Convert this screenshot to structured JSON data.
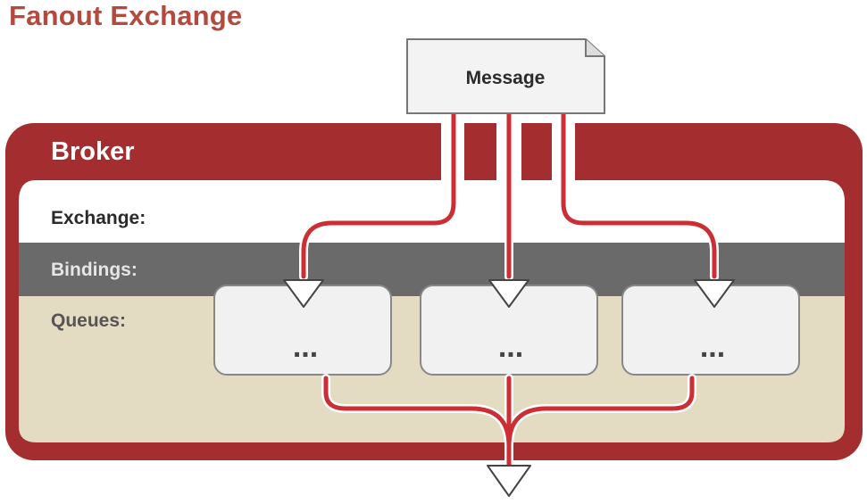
{
  "title": "Fanout Exchange",
  "message": {
    "label": "Message"
  },
  "broker": {
    "label": "Broker",
    "rows": {
      "exchange": "Exchange:",
      "bindings": "Bindings:",
      "queues": "Queues:"
    }
  },
  "queues": [
    {
      "label": "..."
    },
    {
      "label": "..."
    },
    {
      "label": "..."
    }
  ],
  "colors": {
    "title": "#b4493e",
    "broker": "#a32d2f",
    "arrow_line": "#cc2e34",
    "exchange_row": "#ffffff",
    "bindings_row": "#6a6a6a",
    "queues_row": "#e3dcc2",
    "box_fill": "#f1f1f1",
    "box_stroke": "#888888"
  },
  "icons": [
    "document-icon",
    "arrow-down-icon"
  ]
}
